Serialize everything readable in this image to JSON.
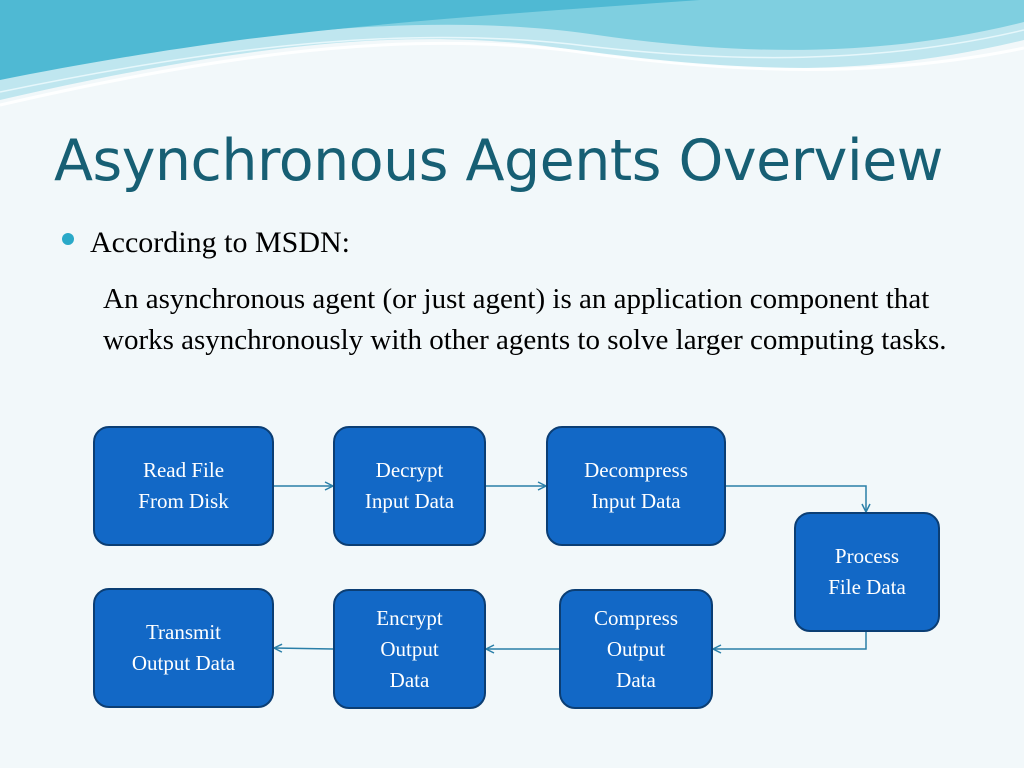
{
  "slide": {
    "title": "Asynchronous Agents Overview",
    "bullet": "According to MSDN:",
    "quote": "An asynchronous agent (or just agent) is an application component that works asynchronously with other agents to solve larger computing tasks."
  },
  "diagram": {
    "nodes": [
      {
        "id": "read",
        "label": "Read File From Disk"
      },
      {
        "id": "decrypt",
        "label": "Decrypt Input Data"
      },
      {
        "id": "decompress",
        "label": "Decompress Input Data"
      },
      {
        "id": "process",
        "label": "Process File Data"
      },
      {
        "id": "compress",
        "label": "Compress Output Data"
      },
      {
        "id": "encrypt",
        "label": "Encrypt Output Data"
      },
      {
        "id": "transmit",
        "label": "Transmit Output Data"
      }
    ],
    "edges": [
      {
        "from": "read",
        "to": "decrypt"
      },
      {
        "from": "decrypt",
        "to": "decompress"
      },
      {
        "from": "decompress",
        "to": "process"
      },
      {
        "from": "process",
        "to": "compress"
      },
      {
        "from": "compress",
        "to": "encrypt"
      },
      {
        "from": "encrypt",
        "to": "transmit"
      }
    ],
    "colors": {
      "box_fill": "#1268c6",
      "box_border": "#0b3e74",
      "arrow": "#2a7fa8"
    }
  }
}
